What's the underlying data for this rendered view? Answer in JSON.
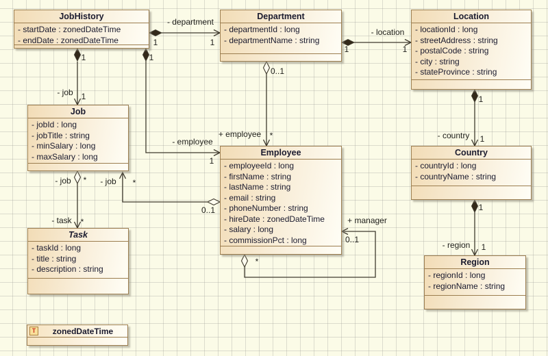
{
  "diagram": {
    "colors": {
      "box_border": "#9b7d4f",
      "connector_color": "#3f3a2e",
      "diamond_fill": "#33291a",
      "text_color": "#1a1a2e",
      "icon_letter": "#cc3322"
    },
    "classes": [
      {
        "name": "JobHistory",
        "attributes": [
          "- startDate : zonedDateTime",
          "- endDate : zonedDateTime"
        ]
      },
      {
        "name": "Department",
        "attributes": [
          "- departmentId : long",
          "- departmentName : string"
        ]
      },
      {
        "name": "Location",
        "attributes": [
          "- locationId : long",
          "- streetAddress : string",
          "- postalCode : string",
          "- city : string",
          "- stateProvince : string"
        ]
      },
      {
        "name": "Job",
        "attributes": [
          "- jobId : long",
          "- jobTitle : string",
          "- minSalary : long",
          "- maxSalary : long"
        ]
      },
      {
        "name": "Employee",
        "attributes": [
          "- employeeId : long",
          "- firstName : string",
          "- lastName : string",
          "- email : string",
          "- phoneNumber : string",
          "- hireDate : zonedDateTime",
          "- salary : long",
          "- commissionPct : long"
        ]
      },
      {
        "name": "Country",
        "attributes": [
          "- countryId : long",
          "- countryName : string"
        ]
      },
      {
        "name": "Task",
        "attributes": [
          "- taskId : long",
          "- title : string",
          "- description : string"
        ]
      },
      {
        "name": "Region",
        "attributes": [
          "- regionId : long",
          "- regionName : string"
        ]
      }
    ],
    "datatype": {
      "icon": "T",
      "name": "zonedDateTime"
    },
    "associations": [
      {
        "id": "jobhistory-department",
        "role": "- department",
        "source_mult": "1",
        "target_mult": "1"
      },
      {
        "id": "department-location",
        "role": "- location",
        "source_mult": "1",
        "target_mult": "1"
      },
      {
        "id": "jobhistory-job",
        "role": "- job",
        "source_mult": "1",
        "target_mult": "1"
      },
      {
        "id": "jobhistory-employee",
        "role": "- employee",
        "source_mult": "1",
        "target_mult": "1"
      },
      {
        "id": "department-employee",
        "role": "+ employee",
        "source_mult": "0..1",
        "target_mult": "*"
      },
      {
        "id": "job-task",
        "role": "- task",
        "source_role": "- job",
        "source_mult": "*",
        "target_mult": "*"
      },
      {
        "id": "employee-job",
        "role": "- job",
        "source_mult": "0..1",
        "target_mult": "*"
      },
      {
        "id": "employee-manager",
        "role": "+ manager",
        "source_mult": "*",
        "target_mult": "0..1"
      },
      {
        "id": "location-country",
        "role": "- country",
        "source_mult": "1",
        "target_mult": "1"
      },
      {
        "id": "country-region",
        "role": "- region",
        "source_mult": "1",
        "target_mult": "1"
      }
    ]
  }
}
